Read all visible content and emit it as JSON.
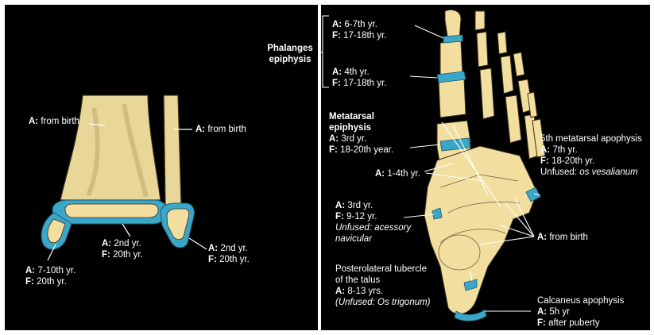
{
  "colors": {
    "background": "#000000",
    "bone": "#f2dfa0",
    "bone_shade": "#c9b47a",
    "epiphysis": "#3aa6c8",
    "text": "#ffffff",
    "outline": "#3a2e18"
  },
  "left": {
    "tibia_a": {
      "key": "A:",
      "value": "from birth"
    },
    "fibula_a": {
      "key": "A:",
      "value": "from birth"
    },
    "tibia_physis": {
      "a_key": "A:",
      "a_value": "2nd yr.",
      "f_key": "F:",
      "f_value": "20th yr."
    },
    "fibula_physis": {
      "a_key": "A:",
      "a_value": "2nd yr.",
      "f_key": "F:",
      "f_value": "20th yr."
    },
    "medial_malleolus": {
      "a_key": "A:",
      "a_value": "7-10th yr.",
      "f_key": "F:",
      "f_value": "20th yr."
    }
  },
  "right": {
    "phalanges_title_1": "Phalanges",
    "phalanges_title_2": "epiphysis",
    "distal_phalanx": {
      "a_key": "A:",
      "a_value": "6-7th yr.",
      "f_key": "F:",
      "f_value": "17-18th yr."
    },
    "proximal_phalanx": {
      "a_key": "A:",
      "a_value": "4th yr.",
      "f_key": "F:",
      "f_value": "17-18th yr."
    },
    "metatarsal_title_1": "Metatarsal",
    "metatarsal_title_2": "epiphysis",
    "metatarsal": {
      "a_key": "A:",
      "a_value": "3rd yr.",
      "f_key": "F:",
      "f_value": "18-20th year."
    },
    "cuneiforms": {
      "key": "A:",
      "value": "1-4th yr."
    },
    "navicular": {
      "a_key": "A:",
      "a_value": "3rd yr.",
      "f_key": "F:",
      "f_value": "9-12 yr.",
      "unfused_1": "Unfused: acessory",
      "unfused_2": "navicular"
    },
    "fifth_meta_title": "5th metatarsal apophysis",
    "fifth_meta": {
      "a_key": "A:",
      "a_value": "7th yr.",
      "f_key": "F:",
      "f_value": "18-20th yr.",
      "unfused_label": "Unfused:",
      "unfused_value": "os vesalianum"
    },
    "tarsals": {
      "key": "A:",
      "value": "from birth"
    },
    "talus_title_1": "Posterolateral   tubercle",
    "talus_title_2": "of the talus",
    "talus": {
      "a_key": "A:",
      "a_value": "8-13 yrs.",
      "unfused": "(Unfused: Os trigonum)"
    },
    "calcaneus_title": "Calcaneus apophysis",
    "calcaneus": {
      "a_key": "A:",
      "a_value": "5h yr",
      "f_key": "F:",
      "f_value": "after puberty"
    }
  }
}
